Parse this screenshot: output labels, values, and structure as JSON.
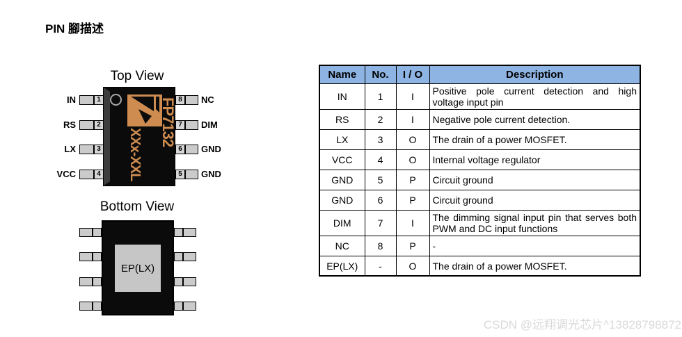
{
  "page": {
    "title": "PIN 腳描述",
    "watermark": "CSDN @远翔调光芯片^13828798872"
  },
  "topview": {
    "title": "Top View",
    "marking_line1": "FP7132",
    "marking_line2": "XXx-XXL",
    "left_pins": [
      {
        "label": "IN",
        "number": "1"
      },
      {
        "label": "RS",
        "number": "2"
      },
      {
        "label": "LX",
        "number": "3"
      },
      {
        "label": "VCC",
        "number": "4"
      }
    ],
    "right_pins": [
      {
        "label": "NC",
        "number": "8"
      },
      {
        "label": "DIM",
        "number": "7"
      },
      {
        "label": "GND",
        "number": "6"
      },
      {
        "label": "GND",
        "number": "5"
      }
    ]
  },
  "bottomview": {
    "title": "Bottom View",
    "ep_label": "EP(LX)"
  },
  "pin_table": {
    "headers": [
      "Name",
      "No.",
      "I / O",
      "Description"
    ],
    "rows": [
      [
        "IN",
        "1",
        "I",
        "Positive pole current detection and high voltage input pin"
      ],
      [
        "RS",
        "2",
        "I",
        "Negative pole current detection."
      ],
      [
        "LX",
        "3",
        "O",
        "The drain of a power MOSFET."
      ],
      [
        "VCC",
        "4",
        "O",
        "Internal voltage regulator"
      ],
      [
        "GND",
        "5",
        "P",
        "Circuit ground"
      ],
      [
        "GND",
        "6",
        "P",
        "Circuit ground"
      ],
      [
        "DIM",
        "7",
        "I",
        "The dimming signal input pin that serves both PWM and DC input functions"
      ],
      [
        "NC",
        "8",
        "P",
        "-"
      ],
      [
        "EP(LX)",
        "-",
        "O",
        "The drain of a power MOSFET."
      ]
    ]
  },
  "colors": {
    "header_blue": "#8DB4E2",
    "logo_orange": "#CE8C50",
    "chip_black": "#0B0B0B",
    "pin_gray": "#CBCBCB",
    "ep_gray": "#C6C6C6",
    "watermark_gray": "#D9D9D9"
  }
}
